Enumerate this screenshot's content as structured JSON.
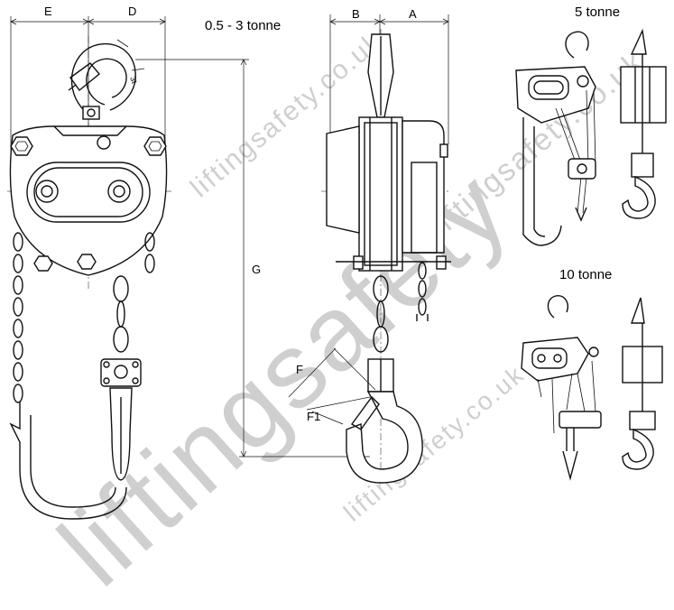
{
  "title_small": "0.5 - 3 tonne",
  "title_5t": "5 tonne",
  "title_10t": "10 tonne",
  "dimensions": {
    "e": "E",
    "d": "D",
    "b": "B",
    "a": "A",
    "g": "G",
    "f": "F",
    "f1": "F1"
  },
  "hook_marking": "3t",
  "watermarks": {
    "large": "liftingsafety",
    "small_1": "liftingsafety.co.uk",
    "small_2": "liftingsafety.co.uk",
    "small_3": "liftingsafety.co.uk"
  }
}
